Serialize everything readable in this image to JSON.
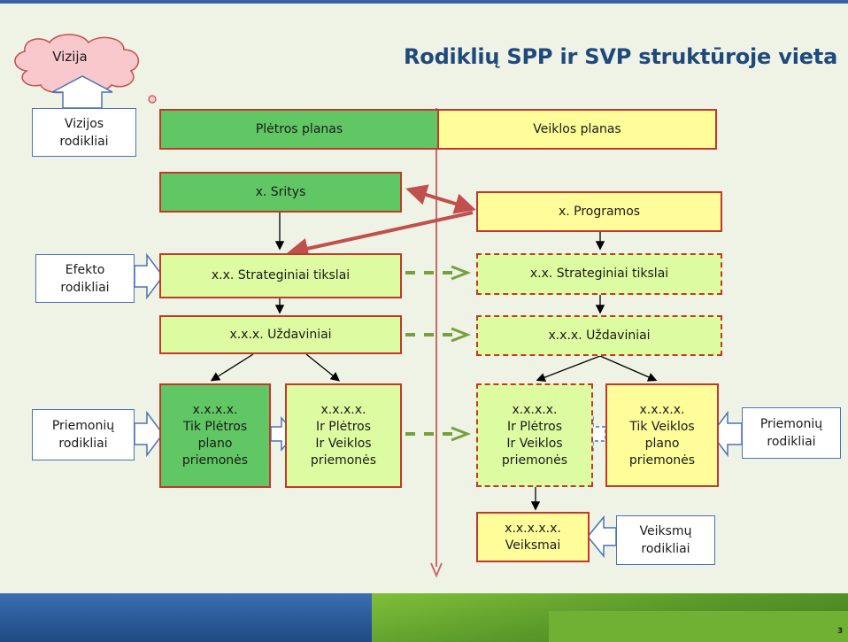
{
  "title": "Rodiklių SPP ir SVP struktūroje vieta",
  "vision": "Vizija",
  "headers": {
    "left": "Plėtros planas",
    "right": "Veiklos planas"
  },
  "left": {
    "areas": "x. Sritys",
    "goals": "x.x. Strateginiai tikslai",
    "tasks": "x.x.x. Uždaviniai",
    "measures_only": [
      "x.x.x.x.",
      "Tik Plėtros",
      "plano",
      "priemonės"
    ],
    "measures_both": [
      "x.x.x.x.",
      "Ir Plėtros",
      "Ir Veiklos",
      "priemonės"
    ]
  },
  "right": {
    "programs": "x. Programos",
    "goals": "x.x. Strateginiai tikslai",
    "tasks": "x.x.x. Uždaviniai",
    "measures_both": [
      "x.x.x.x.",
      "Ir Plėtros",
      "Ir Veiklos",
      "priemonės"
    ],
    "measures_only": [
      "x.x.x.x.",
      "Tik Veiklos",
      "plano",
      "priemonės"
    ],
    "actions": [
      "x.x.x.x.x.",
      "Veiksmai"
    ]
  },
  "indicators": {
    "vision": [
      "Vizijos",
      "rodikliai"
    ],
    "effect": [
      "Efekto",
      "rodikliai"
    ],
    "measures_left": [
      "Priemonių",
      "rodikliai"
    ],
    "measures_right": [
      "Priemonių",
      "rodikliai"
    ],
    "actions": [
      "Veiksmų",
      "rodikliai"
    ]
  },
  "page_number": "3",
  "colors": {
    "title": "#1f497d",
    "dark_green": "#61c764",
    "light_green": "#ddfba0",
    "yellow": "#fefd9a",
    "border_red": "#c0392b",
    "arrow_red": "#c0504d",
    "dash_green": "#77a03c",
    "indicator_border": "#4a72b8",
    "cloud_fill": "#f8c8cc"
  }
}
